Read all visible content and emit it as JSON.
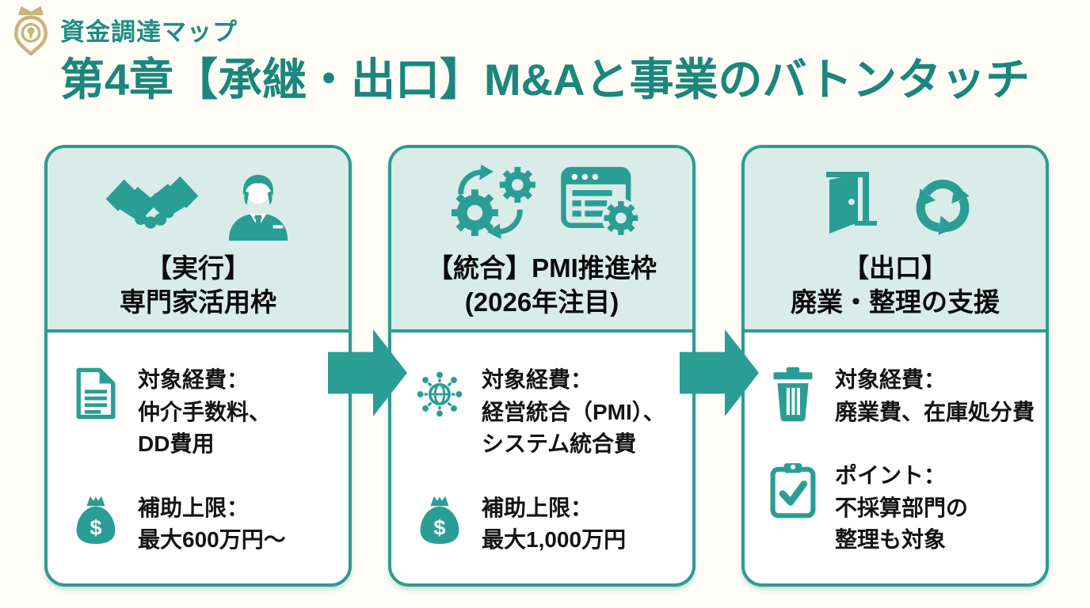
{
  "brand": {
    "name": "資金調達マップ",
    "logo_icon": "map-pin-crown-icon"
  },
  "title": "第4章【承継・出口】M&Aと事業のバトンタッチ",
  "colors": {
    "accent": "#2A9D94",
    "accent_dark": "#1B867C",
    "header_fill": "#D9ECE9",
    "card_border": "#2F9A90",
    "logo_gold": "#C9B37E",
    "text": "#141414",
    "background": "#FFFDF6"
  },
  "cards": [
    {
      "header": {
        "title_line1": "【実行】",
        "title_line2": "専門家活用枠",
        "icons": [
          "handshake-icon",
          "businessman-icon"
        ]
      },
      "items": [
        {
          "icon": "document-icon",
          "lines": [
            "対象経費：",
            "仲介手数料、",
            "DD費用"
          ]
        },
        {
          "icon": "money-bag-icon",
          "lines": [
            "補助上限：",
            "最大600万円〜"
          ]
        }
      ]
    },
    {
      "header": {
        "title_line1": "【統合】PMI推進枠",
        "title_line2": "(2026年注目)",
        "icons": [
          "gears-sync-icon",
          "browser-gear-icon"
        ]
      },
      "items": [
        {
          "icon": "globe-network-icon",
          "lines": [
            "対象経費：",
            "経営統合（PMI）、",
            "システム統合費"
          ]
        },
        {
          "icon": "money-bag-icon",
          "lines": [
            "補助上限：",
            "最大1,000万円"
          ]
        }
      ]
    },
    {
      "header": {
        "title_line1": "【出口】",
        "title_line2": "廃業・整理の支援",
        "icons": [
          "door-exit-icon",
          "recycle-icon"
        ]
      },
      "items": [
        {
          "icon": "trash-icon",
          "lines": [
            "対象経費：",
            "廃業費、在庫処分費"
          ]
        },
        {
          "icon": "clipboard-check-icon",
          "lines": [
            "ポイント：",
            "不採算部門の",
            "整理も対象"
          ]
        }
      ]
    }
  ]
}
